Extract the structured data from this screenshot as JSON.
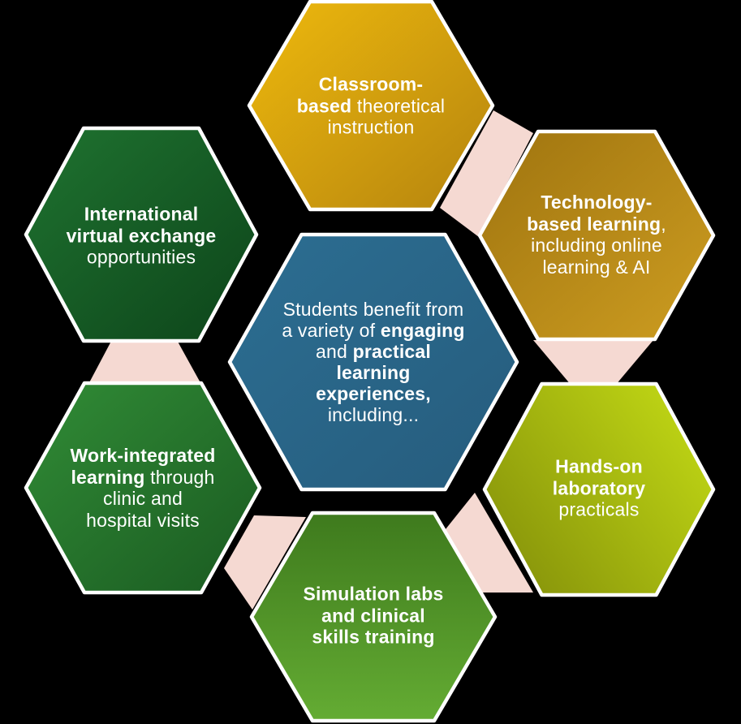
{
  "colors": {
    "background": "#000000",
    "border": "#FFFFFF",
    "text": "#FFFFFF",
    "connector": "#F5D9D2"
  },
  "hexagons": [
    {
      "id": "center",
      "fill_from": "#2C6E92",
      "fill_to": "#265C7D",
      "lines": [
        [
          {
            "t": "Students benefit from",
            "b": false
          }
        ],
        [
          {
            "t": "a variety of ",
            "b": false
          },
          {
            "t": "engaging",
            "b": true
          }
        ],
        [
          {
            "t": "and ",
            "b": false
          },
          {
            "t": "practical",
            "b": true
          }
        ],
        [
          {
            "t": "learning",
            "b": true
          }
        ],
        [
          {
            "t": "experiences,",
            "b": true
          }
        ],
        [
          {
            "t": "including...",
            "b": false
          }
        ]
      ]
    },
    {
      "id": "classroom",
      "fill_from": "#EEB90D",
      "fill_to": "#B5840E",
      "lines": [
        [
          {
            "t": "Classroom-",
            "b": true
          }
        ],
        [
          {
            "t": "based",
            "b": true
          },
          {
            "t": " theoretical",
            "b": false
          }
        ],
        [
          {
            "t": "instruction",
            "b": false
          }
        ]
      ]
    },
    {
      "id": "technology",
      "fill_from": "#9F740F",
      "fill_to": "#CD9D21",
      "lines": [
        [
          {
            "t": "Technology-",
            "b": true
          }
        ],
        [
          {
            "t": "based learning",
            "b": true
          },
          {
            "t": ",",
            "b": false
          }
        ],
        [
          {
            "t": "including online",
            "b": false
          }
        ],
        [
          {
            "t": "learning & AI",
            "b": false
          }
        ]
      ]
    },
    {
      "id": "handson",
      "fill_from": "#85910A",
      "fill_to": "#C2D915",
      "lines": [
        [
          {
            "t": "Hands-on",
            "b": true
          }
        ],
        [
          {
            "t": "laboratory",
            "b": true
          }
        ],
        [
          {
            "t": "practicals",
            "b": false
          }
        ]
      ]
    },
    {
      "id": "simulation",
      "fill_from": "#3E7A1D",
      "fill_to": "#64AC33",
      "lines": [
        [
          {
            "t": "Simulation labs",
            "b": true
          }
        ],
        [
          {
            "t": "and clinical",
            "b": true
          }
        ],
        [
          {
            "t": "skills training",
            "b": true
          }
        ]
      ]
    },
    {
      "id": "work",
      "fill_from": "#318C36",
      "fill_to": "#1A5A21",
      "lines": [
        [
          {
            "t": "Work-integrated",
            "b": true
          }
        ],
        [
          {
            "t": "learning",
            "b": true
          },
          {
            "t": " through",
            "b": false
          }
        ],
        [
          {
            "t": "clinic and",
            "b": false
          }
        ],
        [
          {
            "t": "hospital visits",
            "b": false
          }
        ]
      ]
    },
    {
      "id": "international",
      "fill_from": "#1F7330",
      "fill_to": "#0D441A",
      "lines": [
        [
          {
            "t": "International",
            "b": true
          }
        ],
        [
          {
            "t": "virtual exchange",
            "b": true
          }
        ],
        [
          {
            "t": "opportunities",
            "b": false
          }
        ]
      ]
    }
  ],
  "connectors": [
    {
      "from": "classroom",
      "to": "technology"
    },
    {
      "from": "technology",
      "to": "handson"
    },
    {
      "from": "handson",
      "to": "simulation"
    },
    {
      "from": "work",
      "to": "simulation"
    },
    {
      "from": "international",
      "to": "work"
    }
  ]
}
